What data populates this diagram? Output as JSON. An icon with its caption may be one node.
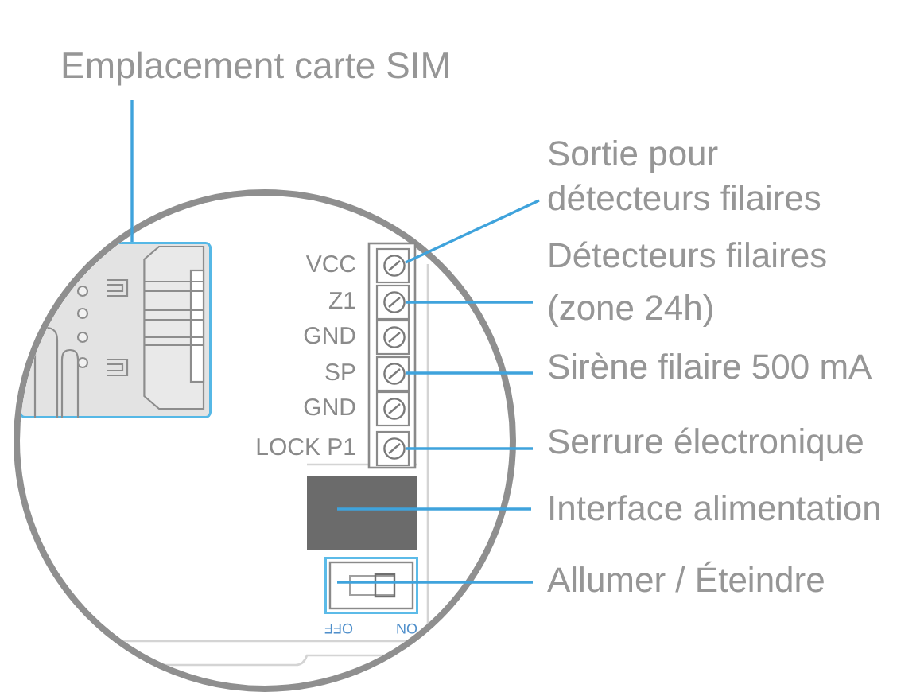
{
  "diagram": {
    "nodes": [
      {
        "text": [
          "Emplacement carte SIM"
        ]
      },
      {
        "text": [],
        "shape": "picture"
      },
      {
        "text": [
          "Sortie pour détecteurs filaires"
        ]
      },
      {
        "text": [],
        "shape": "circle",
        "beside": [
          "VCC"
        ]
      },
      {
        "text": [
          "Détecteurs filaires (zone 24h)"
        ]
      },
      {
        "text": [],
        "shape": "circle",
        "beside": [
          "Z1"
        ]
      },
      {
        "text": [],
        "shape": "circle",
        "beside": [
          "GND"
        ]
      },
      {
        "text": [
          "Sirène filaire 500 mA"
        ]
      },
      {
        "text": [],
        "shape": "circle",
        "beside": [
          "SP"
        ]
      },
      {
        "text": [],
        "shape": "circle",
        "beside": [
          "GND"
        ]
      },
      {
        "text": [
          "Serrure électronique"
        ]
      },
      {
        "text": [],
        "shape": "circle",
        "beside": [
          "LOCK P1"
        ]
      },
      {
        "text": [
          "Interface alimentation"
        ]
      },
      {
        "text": [],
        "shape": "box"
      },
      {
        "text": [
          "Allumer / Éteindre"
        ]
      },
      {
        "text": [],
        "shape": "picture",
        "beside": [
          "OFF",
          "ON"
        ]
      }
    ],
    "edges": [
      {
        "from": 0,
        "to": 1,
        "arrow": "none"
      },
      {
        "from": 2,
        "to": 3,
        "arrow": "none"
      },
      {
        "from": 4,
        "to": 5,
        "arrow": "none"
      },
      {
        "from": 7,
        "to": 8,
        "arrow": "none"
      },
      {
        "from": 10,
        "to": 11,
        "arrow": "none"
      },
      {
        "from": 12,
        "to": 13,
        "arrow": "none"
      },
      {
        "from": 14,
        "to": 15,
        "arrow": "none"
      }
    ]
  }
}
